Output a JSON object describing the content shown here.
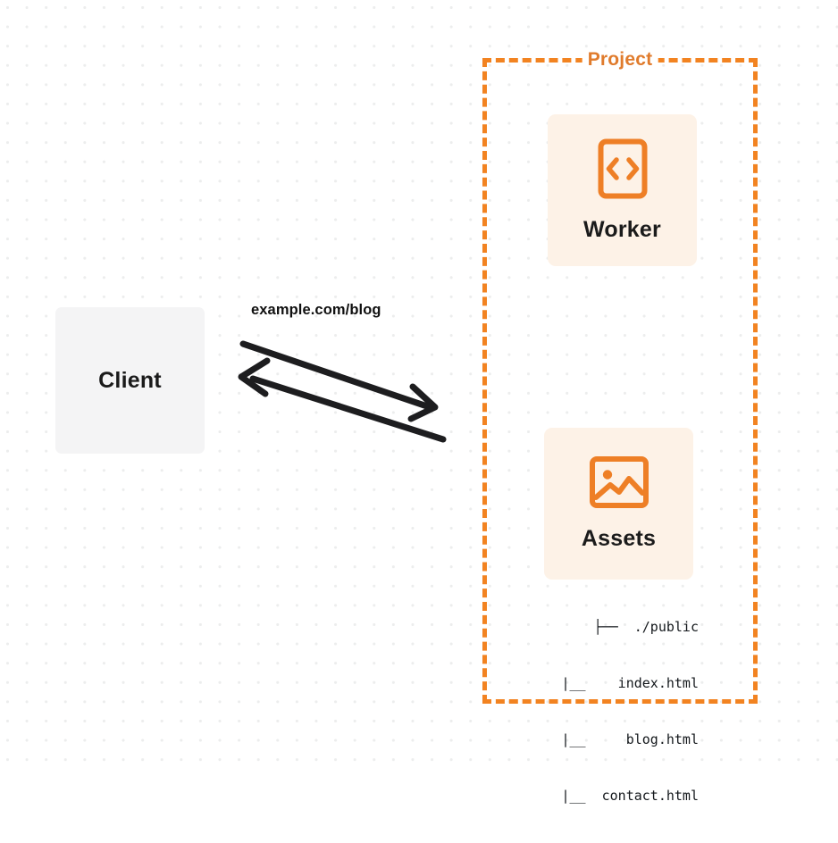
{
  "diagram": {
    "title": "Cloudflare Worker with Static Assets routing diagram",
    "colors": {
      "accent_orange": "#f28321",
      "title_orange": "#e07b2c",
      "card_cream": "#fdf2e7",
      "client_gray": "#f4f4f5",
      "text_dark": "#1a1a1a",
      "dot_grid": "#eceded",
      "arrow_black": "#1d1d1f"
    },
    "client": {
      "label": "Client",
      "icon": "client-box"
    },
    "connection": {
      "label": "example.com/blog",
      "request_arrow": "arrow-right",
      "response_arrow": "arrow-left"
    },
    "project": {
      "title": "Project",
      "border_style": "dashed",
      "nodes": [
        {
          "id": "worker",
          "label": "Worker",
          "icon": "code-brackets-icon"
        },
        {
          "id": "assets",
          "label": "Assets",
          "icon": "image-icon"
        }
      ],
      "assets_tree": [
        "├──  ./public",
        "|__    index.html",
        "|__     blog.html",
        "|__  contact.html"
      ]
    }
  }
}
